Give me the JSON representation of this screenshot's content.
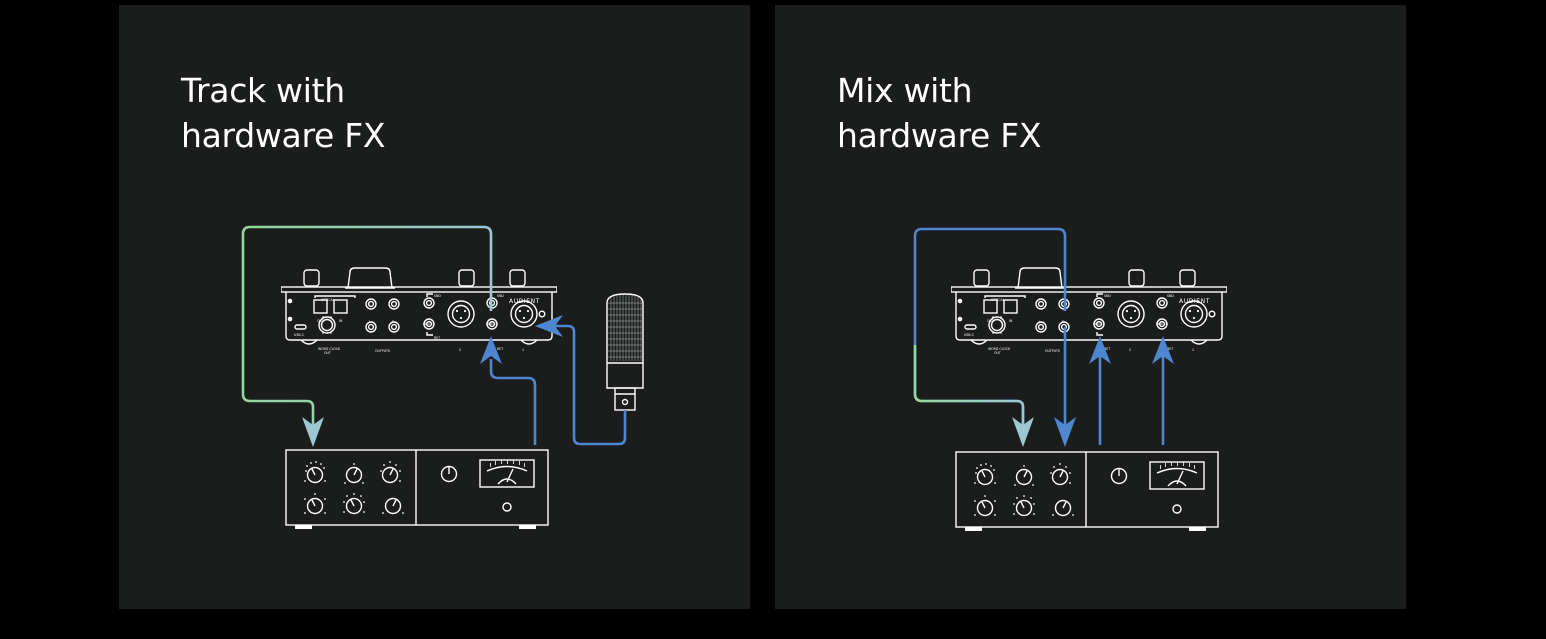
{
  "panels": [
    {
      "id": "track",
      "title_line1": "Track with",
      "title_line2": "hardware FX"
    },
    {
      "id": "mix",
      "title_line1": "Mix with",
      "title_line2": "hardware FX"
    }
  ],
  "interface": {
    "brand": "AUDIENT",
    "labels": {
      "optical": "OPTICAL",
      "out": "OUT",
      "in": "IN",
      "usb": "USB-C",
      "word_clock": "WORD CLOCK",
      "word_clock_out": "OUT",
      "outputs": "OUTPUTS",
      "l": "L",
      "r": "R",
      "snd": "SND",
      "insert": "INSERT",
      "ret": "RET",
      "ch2": "2",
      "ch1": "1"
    }
  },
  "colors": {
    "background": "#000000",
    "panel": "#1b1c1c",
    "device_line": "#ffffff",
    "cable_green": "#8fd79c",
    "cable_teal": "#9cc8d2",
    "cable_blue": "#4e86cf"
  }
}
